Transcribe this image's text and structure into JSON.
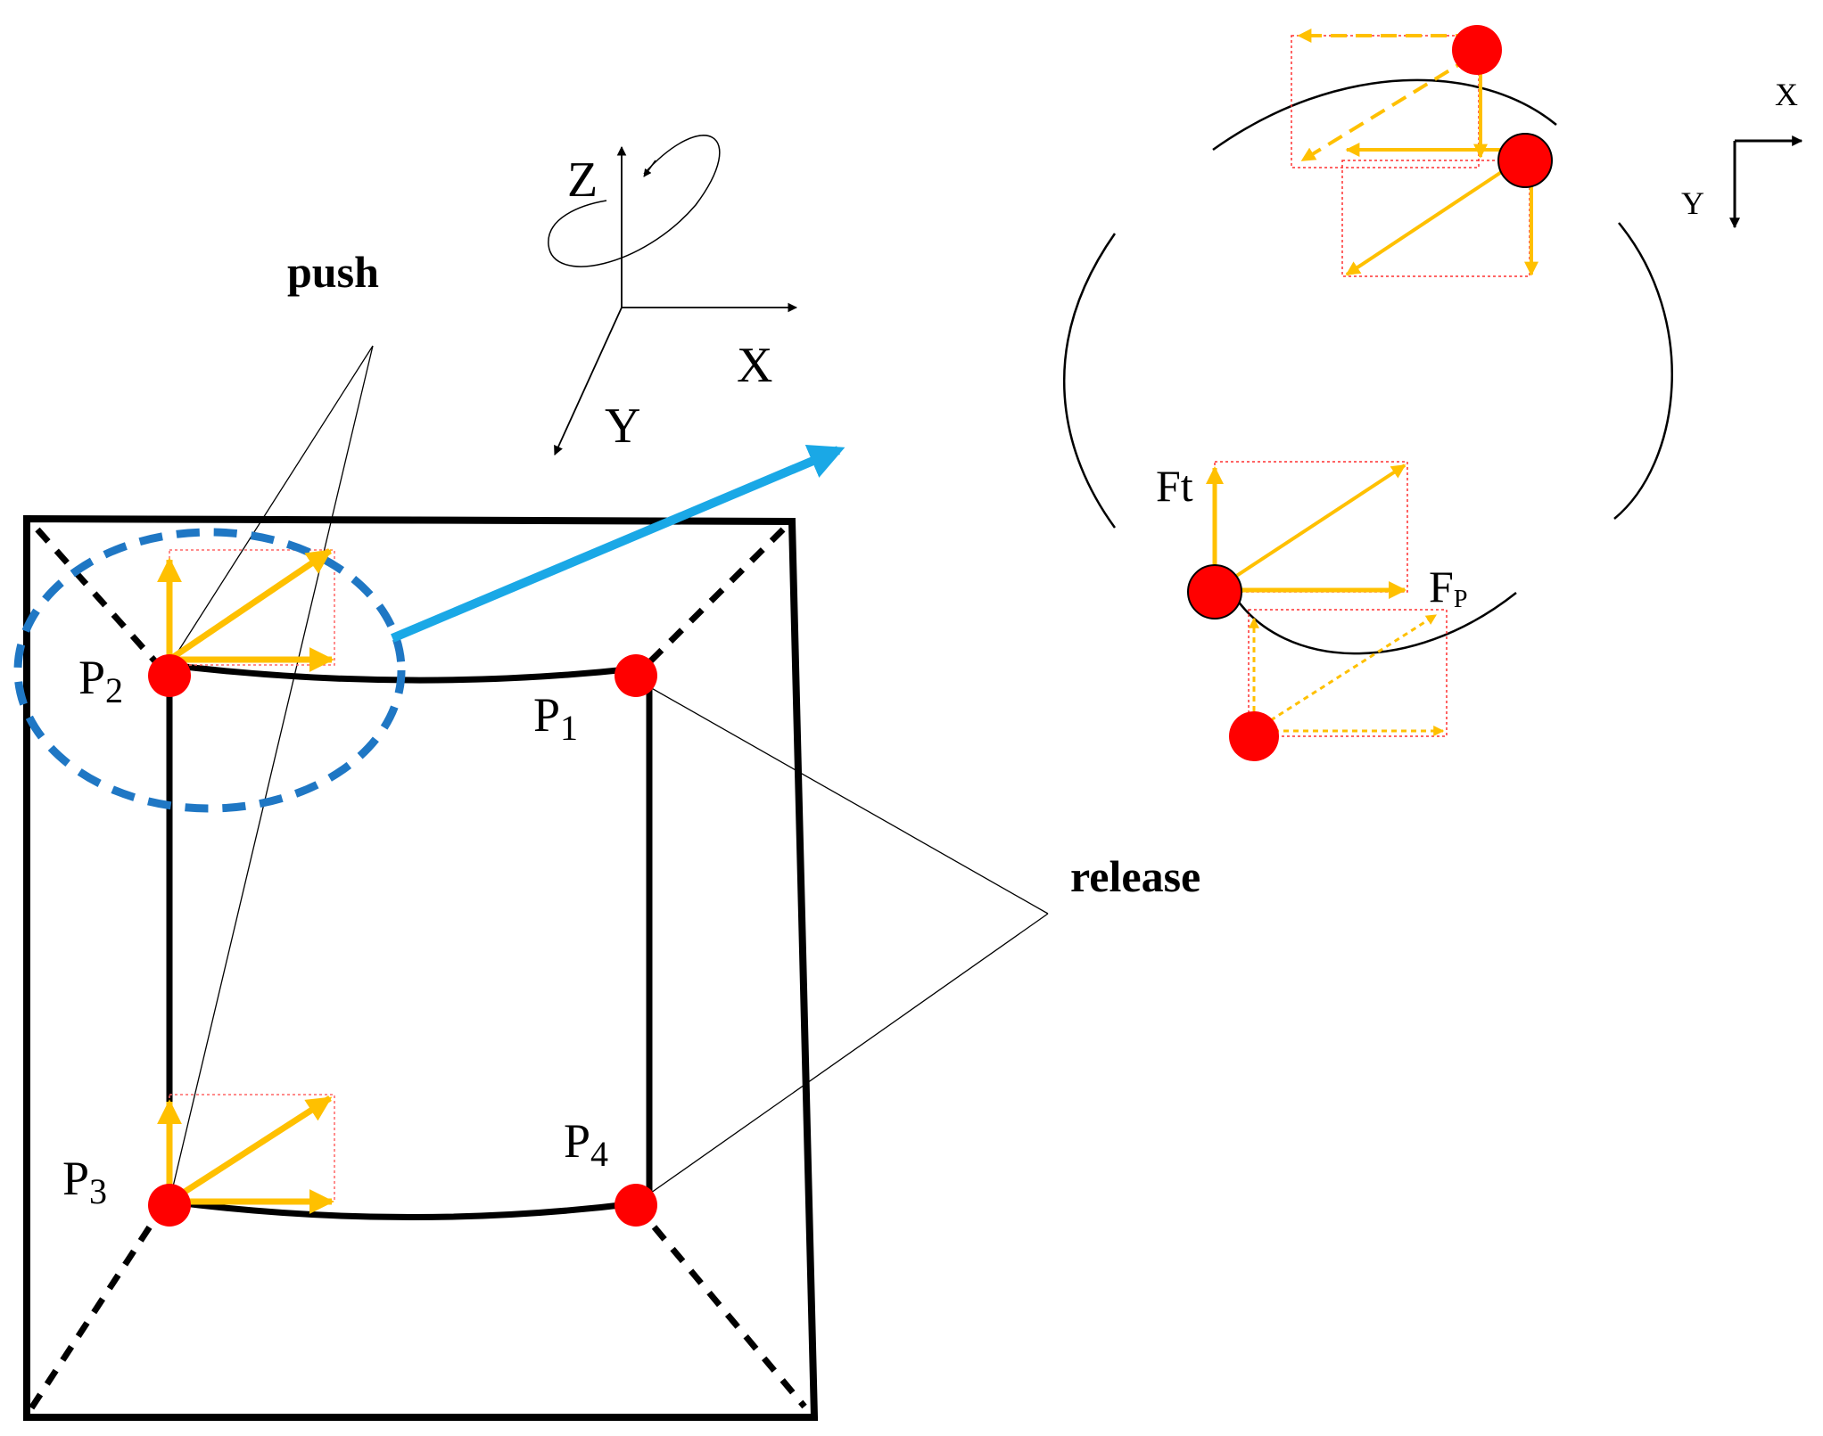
{
  "labels": {
    "push": "push",
    "release": "release",
    "axis3d_z": "Z",
    "axis3d_x": "X",
    "axis3d_y": "Y",
    "axis2d_x": "X",
    "axis2d_y": "Y",
    "force_tangential": "Ft",
    "force_p_main": "F",
    "force_p_sub": "P"
  },
  "points": [
    {
      "id": "P1",
      "main": "P",
      "sub": "1"
    },
    {
      "id": "P2",
      "main": "P",
      "sub": "2"
    },
    {
      "id": "P3",
      "main": "P",
      "sub": "3"
    },
    {
      "id": "P4",
      "main": "P",
      "sub": "4"
    }
  ],
  "colors": {
    "frame": "#000000",
    "point": "#ff0000",
    "force_arrow": "#ffc000",
    "component_box": "#ff3030",
    "highlight": "#1f77c4",
    "zoom_arrow": "#1aa8e6"
  }
}
